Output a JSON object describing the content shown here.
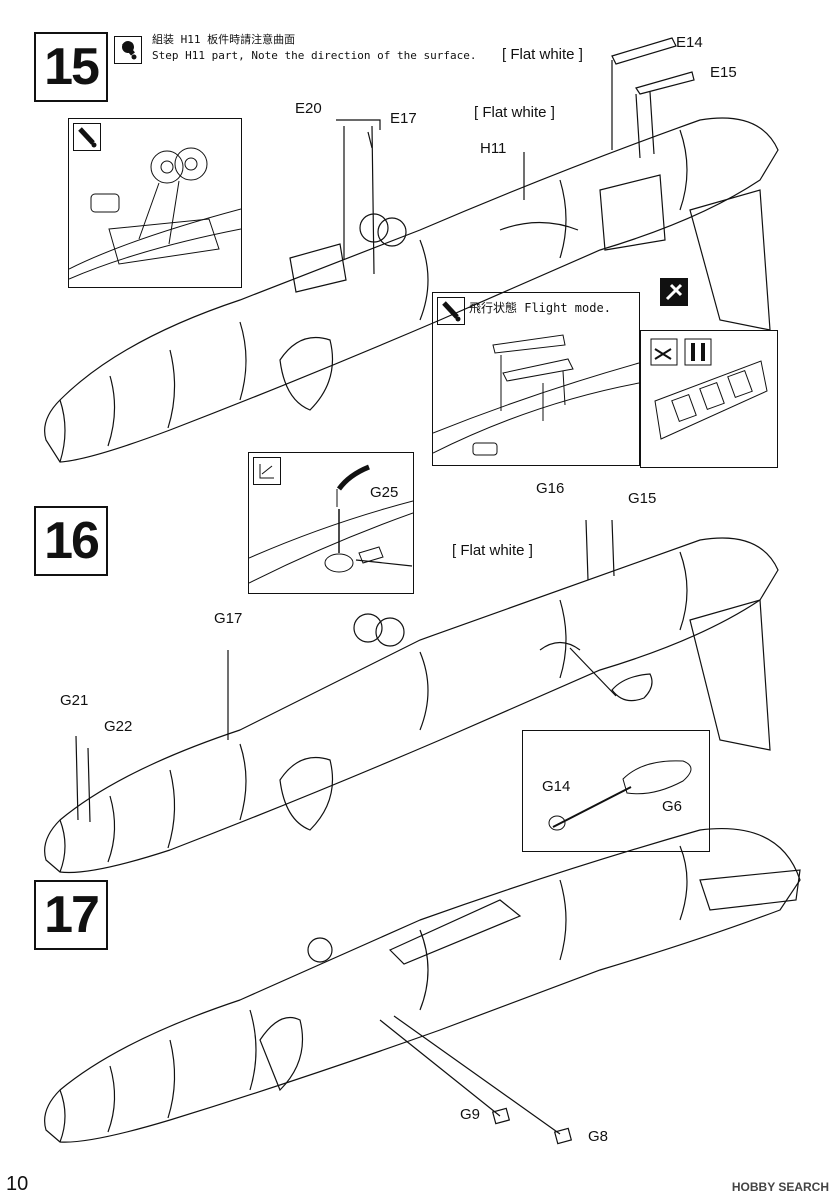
{
  "page_number": "10",
  "watermark": "HOBBY SEARCH",
  "steps": [
    {
      "number": "15",
      "note_jp": "組装 H11 板件時請注意曲面",
      "note_en": "Step H11 part, Note the direction of the surface.",
      "labels": {
        "e14": "E14",
        "e15": "E15",
        "e20": "E20",
        "e17": "E17",
        "h11": "H11",
        "flat_white_1": "[ Flat white ]",
        "flat_white_2": "[ Flat white ]"
      },
      "flight_mode": "飛行状態 Flight mode."
    },
    {
      "number": "16",
      "labels": {
        "g25": "G25",
        "g16": "G16",
        "g15": "G15",
        "g17": "G17",
        "g21": "G21",
        "g22": "G22",
        "g14": "G14",
        "g6": "G6",
        "flat_white": "[ Flat white ]"
      }
    },
    {
      "number": "17",
      "labels": {
        "g9": "G9",
        "g8": "G8"
      }
    }
  ],
  "icons": [
    "attention-icon",
    "cut-icon",
    "sand-icon"
  ]
}
